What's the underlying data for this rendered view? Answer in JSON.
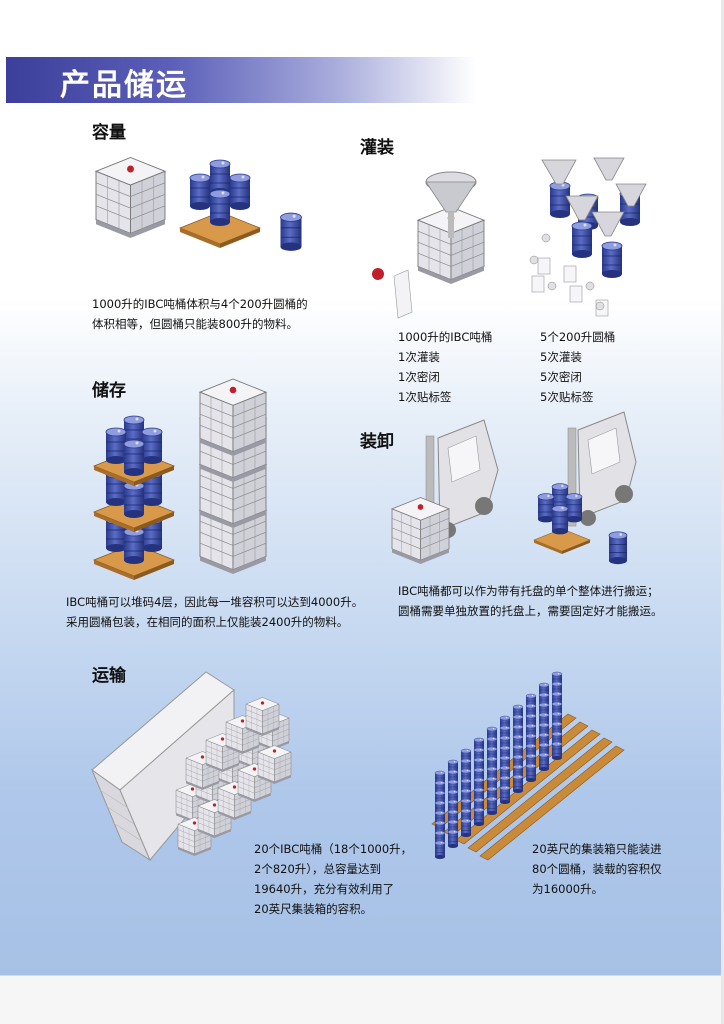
{
  "header": {
    "title": "产品储运"
  },
  "capacity": {
    "heading": "容量",
    "caption": [
      "1000升的IBC吨桶体积与4个200升圆桶的",
      "体积相等，但圆桶只能装800升的物料。"
    ]
  },
  "filling": {
    "heading": "灌装",
    "ibc_list": [
      "1000升的IBC吨桶",
      "1次灌装",
      "1次密闭",
      "1次贴标签"
    ],
    "drum_list": [
      "5个200升圆桶",
      "5次灌装",
      "5次密闭",
      "5次贴标签"
    ]
  },
  "storage": {
    "heading": "储存",
    "caption": [
      "IBC吨桶可以堆码4层，因此每一堆容积可以达到4000升。",
      "采用圆桶包装，在相同的面积上仅能装2400升的物料。"
    ]
  },
  "handling": {
    "heading": "装卸",
    "caption": [
      "IBC吨桶都可以作为带有托盘的单个整体进行搬运；",
      "圆桶需要单独放置的托盘上，需要固定好才能搬运。"
    ]
  },
  "transport": {
    "heading": "运输",
    "ibc_caption": [
      "20个IBC吨桶（18个1000升，",
      "2个820升），总容量达到",
      "19640升，充分有效利用了",
      "20英尺集装箱的容积。"
    ],
    "drum_caption": [
      "20英尺的集装箱只能装进",
      "80个圆桶，装载的容积仅",
      "为16000升。"
    ]
  },
  "colors": {
    "banner": "#3c3f9a",
    "drum": "#3d4fa8",
    "pallet": "#c98a3a",
    "ibc_cage": "#e8e8ee"
  }
}
